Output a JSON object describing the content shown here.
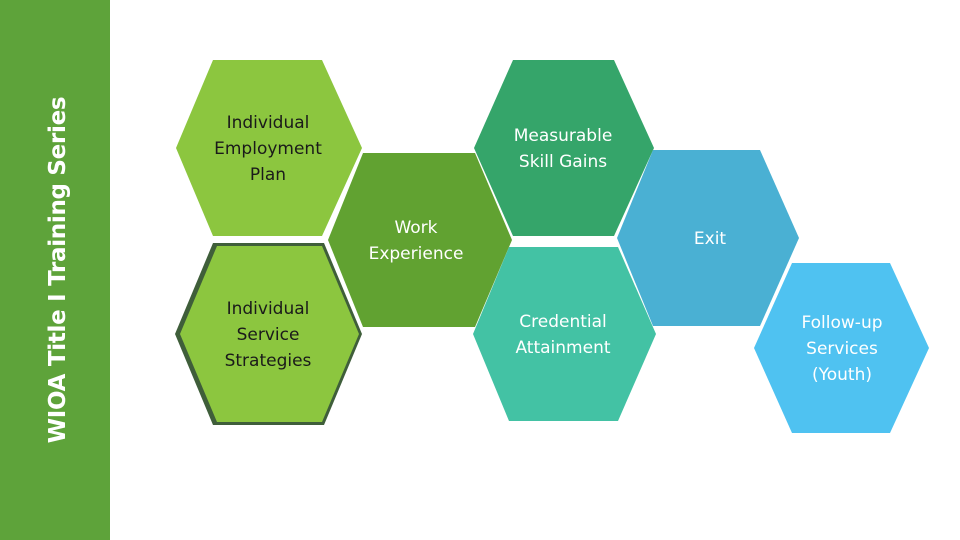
{
  "sidebar": {
    "title": "WIOA Title I Training Series",
    "color": "#5ea33a"
  },
  "hexagons": [
    {
      "id": "individual-employment-plan",
      "lines": [
        "Individual",
        "Employment",
        "Plan"
      ],
      "fill": "#8cc63f",
      "text_color": "#1a1a1a"
    },
    {
      "id": "measurable-skill-gains",
      "lines": [
        "Measurable",
        "Skill Gains"
      ],
      "fill": "#35a56a",
      "text_color": "#ffffff"
    },
    {
      "id": "work-experience",
      "lines": [
        "Work",
        "Experience"
      ],
      "fill": "#61a231",
      "text_color": "#ffffff"
    },
    {
      "id": "exit",
      "lines": [
        "Exit"
      ],
      "fill": "#4ab0d3",
      "text_color": "#ffffff"
    },
    {
      "id": "individual-service-strategies",
      "lines": [
        "Individual",
        "Service",
        "Strategies"
      ],
      "fill": "#8cc63f",
      "text_color": "#1a1a1a"
    },
    {
      "id": "credential-attainment",
      "lines": [
        "Credential",
        "Attainment"
      ],
      "fill": "#43c2a4",
      "text_color": "#ffffff"
    },
    {
      "id": "follow-up-services-youth",
      "lines": [
        "Follow-up",
        "Services",
        "(Youth)"
      ],
      "fill": "#4fc2f1",
      "text_color": "#ffffff"
    }
  ]
}
